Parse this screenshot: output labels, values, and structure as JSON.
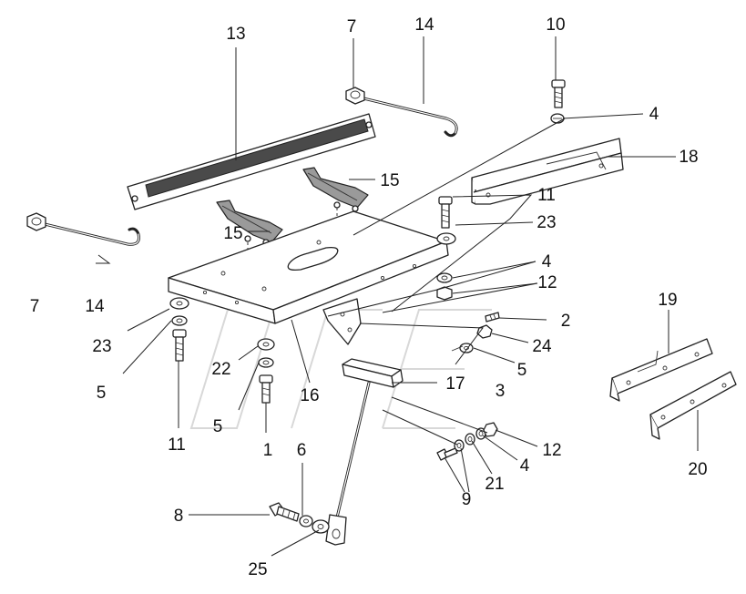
{
  "callouts": [
    {
      "id": "c13",
      "text": "13"
    },
    {
      "id": "c7a",
      "text": "7"
    },
    {
      "id": "c14a",
      "text": "14"
    },
    {
      "id": "c10",
      "text": "10"
    },
    {
      "id": "c4a",
      "text": "4"
    },
    {
      "id": "c18",
      "text": "18"
    },
    {
      "id": "c15a",
      "text": "15"
    },
    {
      "id": "c11a",
      "text": "11"
    },
    {
      "id": "c15b",
      "text": "15"
    },
    {
      "id": "c23a",
      "text": "23"
    },
    {
      "id": "c4b",
      "text": "4"
    },
    {
      "id": "c12a",
      "text": "12"
    },
    {
      "id": "c7b",
      "text": "7"
    },
    {
      "id": "c14b",
      "text": "14"
    },
    {
      "id": "c2",
      "text": "2"
    },
    {
      "id": "c23b",
      "text": "23"
    },
    {
      "id": "c24",
      "text": "24"
    },
    {
      "id": "c5a",
      "text": "5"
    },
    {
      "id": "c22",
      "text": "22"
    },
    {
      "id": "c5b",
      "text": "5"
    },
    {
      "id": "c3",
      "text": "3"
    },
    {
      "id": "c16",
      "text": "16"
    },
    {
      "id": "c17",
      "text": "17"
    },
    {
      "id": "c19",
      "text": "19"
    },
    {
      "id": "c5c",
      "text": "5"
    },
    {
      "id": "c11b",
      "text": "11"
    },
    {
      "id": "c1",
      "text": "1"
    },
    {
      "id": "c12b",
      "text": "12"
    },
    {
      "id": "c6",
      "text": "6"
    },
    {
      "id": "c4c",
      "text": "4"
    },
    {
      "id": "c21",
      "text": "21"
    },
    {
      "id": "c20",
      "text": "20"
    },
    {
      "id": "c9",
      "text": "9"
    },
    {
      "id": "c8",
      "text": "8"
    },
    {
      "id": "c25",
      "text": "25"
    }
  ]
}
